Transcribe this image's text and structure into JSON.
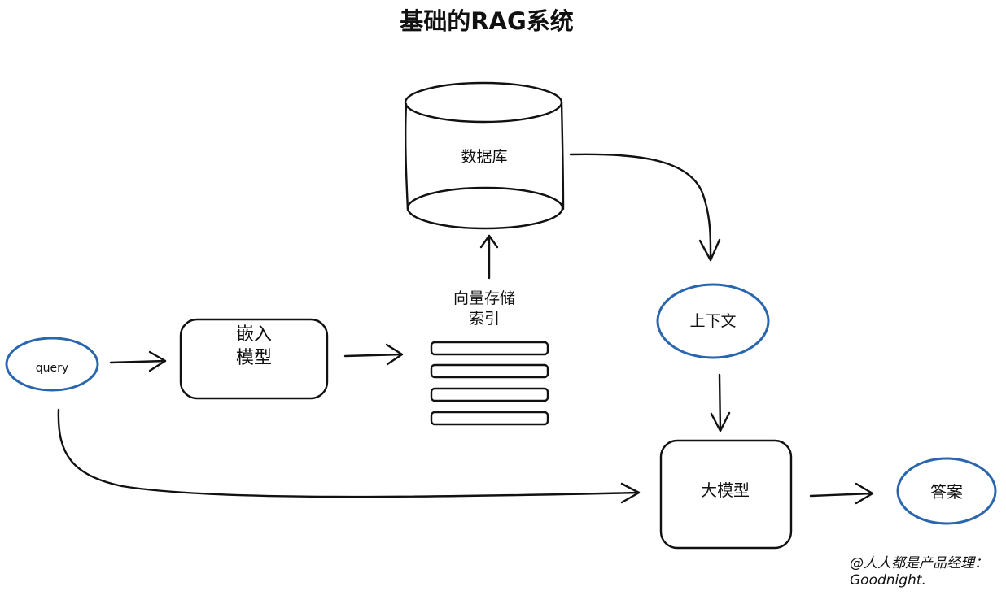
{
  "title": "基础的RAG系统",
  "nodes": {
    "database": "数据库",
    "vector_index": "向量存储\n索引",
    "embedding_model": "嵌入\n模型",
    "query": "query",
    "context": "上下文",
    "llm": "大模型",
    "answer": "答案"
  },
  "watermark": "@人人都是产品经理：\nGoodnight.",
  "colors": {
    "stroke": "#111111",
    "oval_accent": "#2a66b0",
    "background": "#ffffff"
  }
}
